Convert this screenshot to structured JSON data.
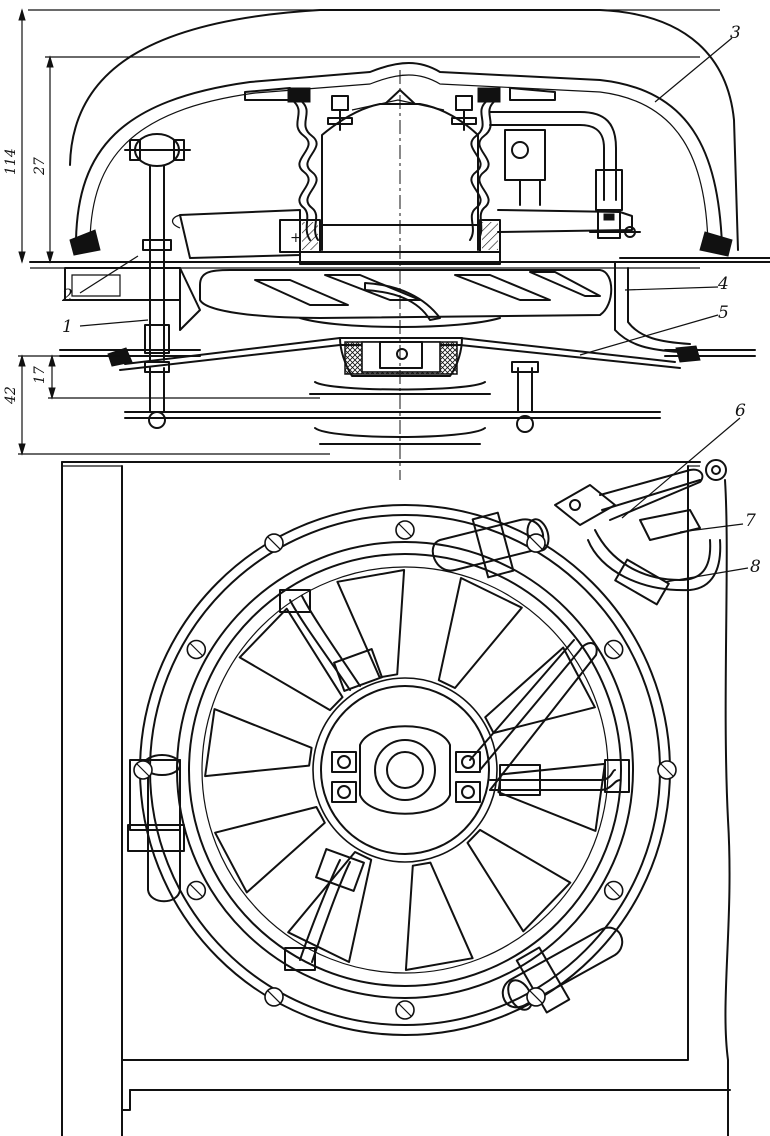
{
  "callouts": [
    {
      "id": "c1",
      "text": "1"
    },
    {
      "id": "c2",
      "text": "2"
    },
    {
      "id": "c3",
      "text": "3"
    },
    {
      "id": "c4",
      "text": "4"
    },
    {
      "id": "c5",
      "text": "5"
    },
    {
      "id": "c6",
      "text": "6"
    },
    {
      "id": "c7",
      "text": "7"
    },
    {
      "id": "c8",
      "text": "8"
    }
  ],
  "dimensions": {
    "overall_top": "114",
    "upper": "27",
    "overall_bottom": "42",
    "lower": "17"
  }
}
